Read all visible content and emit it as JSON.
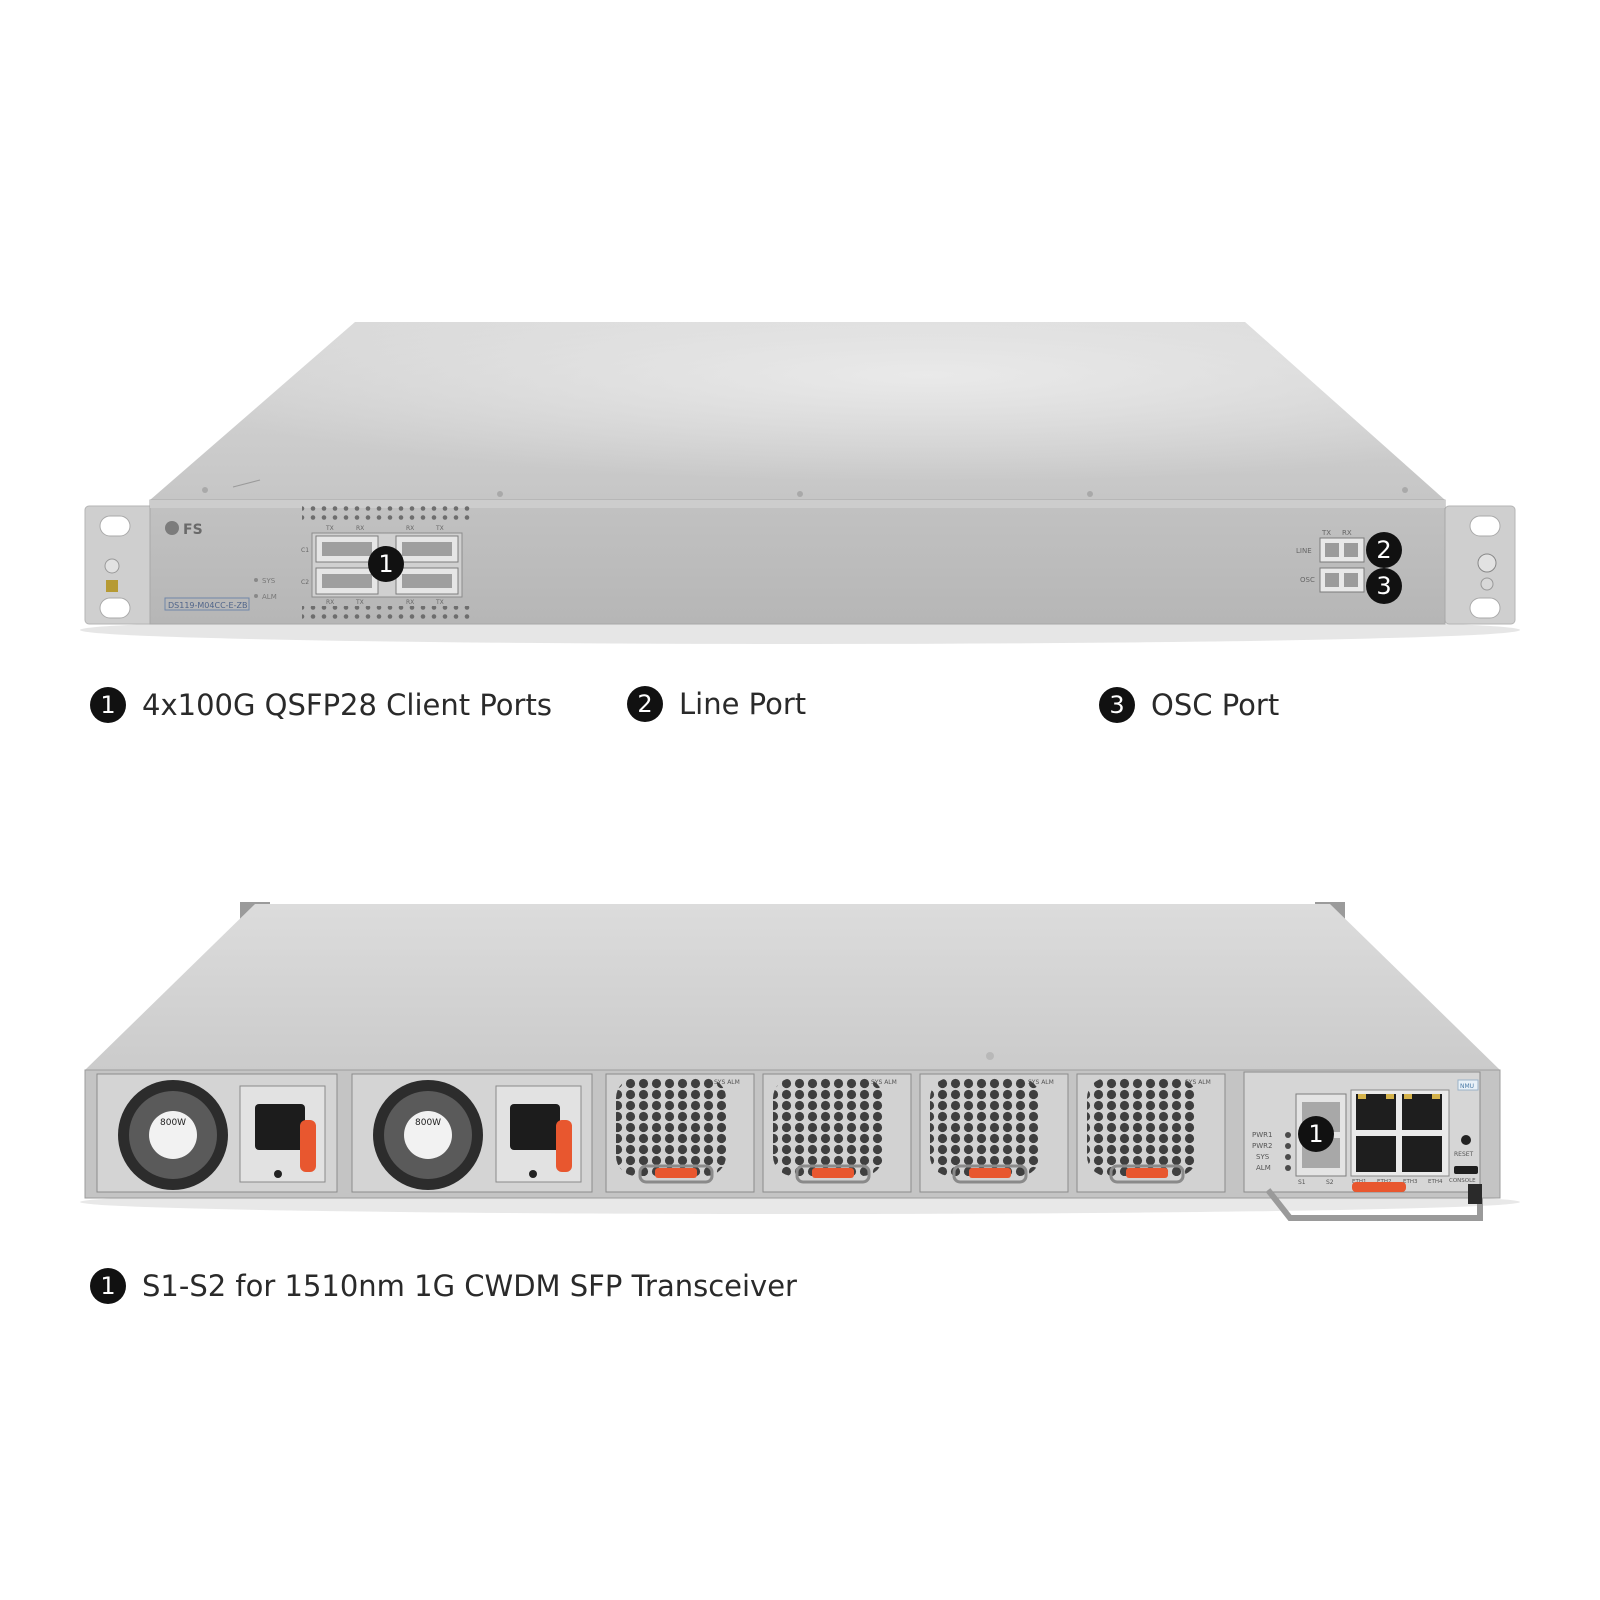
{
  "front_panel": {
    "brand_logo": "FS",
    "model_label": "DS119-M04CC-E-ZB",
    "led_labels": [
      "SYS",
      "ALM"
    ],
    "port_labels": {
      "tx": "TX",
      "rx": "RX",
      "line": "LINE",
      "osc": "OSC",
      "c1": "C1",
      "c2": "C2"
    },
    "markers": [
      "1",
      "2",
      "3"
    ]
  },
  "front_legend": [
    {
      "number": "1",
      "label": "4x100G QSFP28 Client Ports"
    },
    {
      "number": "2",
      "label": "Line Port"
    },
    {
      "number": "3",
      "label": "OSC Port"
    }
  ],
  "rear_panel": {
    "psu_labels": [
      "800W",
      "800W"
    ],
    "fan_labels": [
      "SYS ALM",
      "SYS ALM",
      "SYS ALM",
      "SYS ALM"
    ],
    "nmu_label": "NMU",
    "led_labels": [
      "PWR1",
      "PWR2",
      "SYS",
      "ALM"
    ],
    "sfp_labels": [
      "S1",
      "S2"
    ],
    "eth_labels": [
      "ETH1",
      "ETH2",
      "ETH3",
      "ETH4"
    ],
    "reset_label": "RESET",
    "console_label": "CONSOLE",
    "markers": [
      "1"
    ]
  },
  "rear_legend": [
    {
      "number": "1",
      "label": "S1-S2 for 1510nm 1G CWDM SFP Transceiver"
    }
  ],
  "colors": {
    "chassis": "#c9c9c9",
    "panel": "#bdbdbd",
    "latch": "#e8572f",
    "badge": "#111111"
  }
}
